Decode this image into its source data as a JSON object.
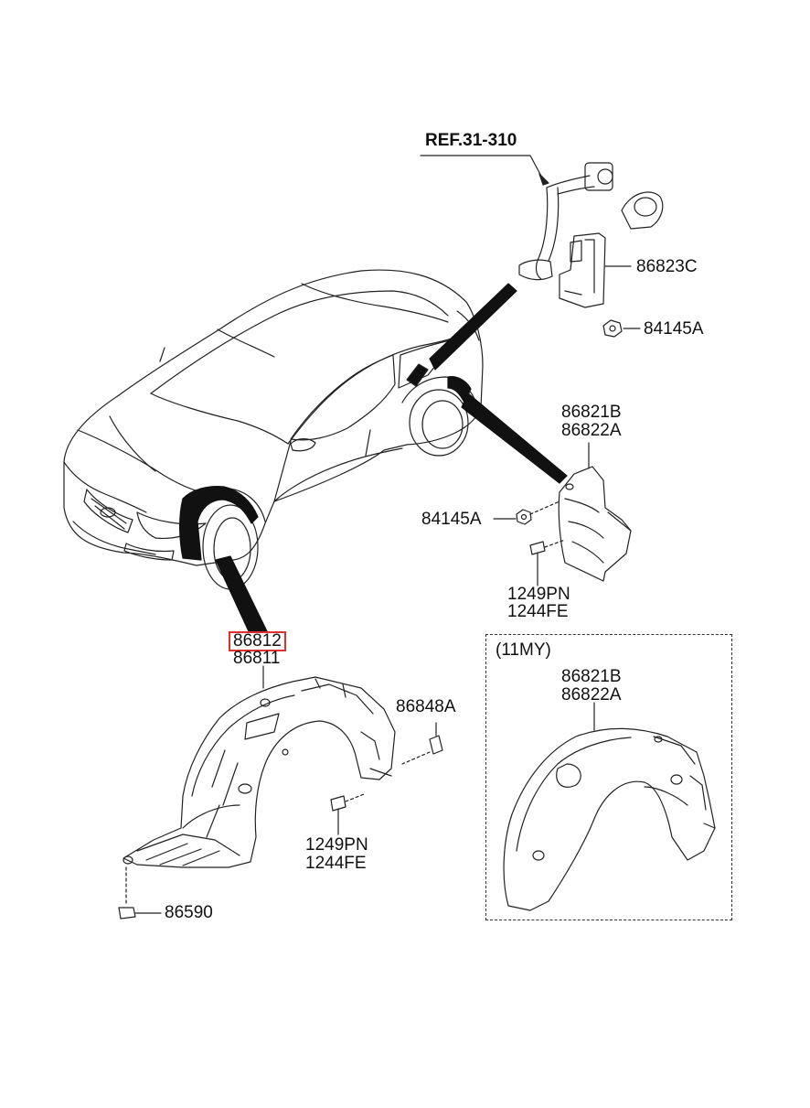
{
  "labels": {
    "ref": "REF.31-310",
    "p86823C": "86823C",
    "p84145A_top": "84145A",
    "p86821B_mid": "86821B",
    "p86822A_mid": "86822A",
    "p84145A_mid": "84145A",
    "p1249PN_mid": "1249PN",
    "p1244FE_mid": "1244FE",
    "p86812": "86812",
    "p86811": "86811",
    "p86848A": "86848A",
    "p1249PN_bot": "1249PN",
    "p1244FE_bot": "1244FE",
    "p86590": "86590",
    "box_title": "(11MY)",
    "p86821B_box": "86821B",
    "p86822A_box": "86822A"
  },
  "colors": {
    "highlight": "#e0302e",
    "line": "#222222",
    "fill_dark": "#111111"
  },
  "highlighted_part": "86812"
}
